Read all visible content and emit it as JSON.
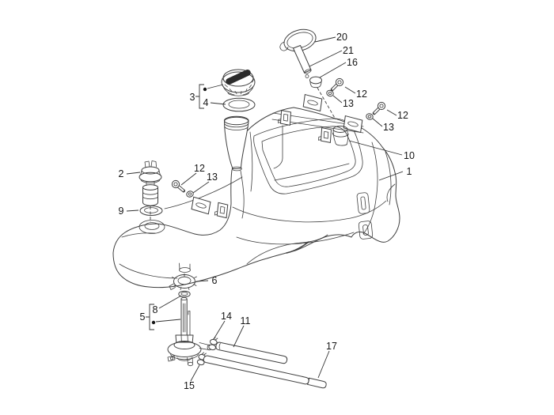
{
  "diagram": {
    "type": "exploded-parts-diagram",
    "background_color": "#ffffff",
    "line_color": "#3f3f3f",
    "label_color": "#161616",
    "cap_band_color": "#2b2b2b",
    "callouts": [
      {
        "label": "20"
      },
      {
        "label": "21"
      },
      {
        "label": "16"
      },
      {
        "label": "12"
      },
      {
        "label": "13"
      },
      {
        "label": "12"
      },
      {
        "label": "13"
      },
      {
        "label": "10"
      },
      {
        "label": "1"
      },
      {
        "label": "3"
      },
      {
        "label": "4"
      },
      {
        "label": "2"
      },
      {
        "label": "9"
      },
      {
        "label": "12"
      },
      {
        "label": "13"
      },
      {
        "label": "6"
      },
      {
        "label": "8"
      },
      {
        "label": "5"
      },
      {
        "label": "14"
      },
      {
        "label": "11"
      },
      {
        "label": "17"
      },
      {
        "label": "15"
      }
    ]
  }
}
